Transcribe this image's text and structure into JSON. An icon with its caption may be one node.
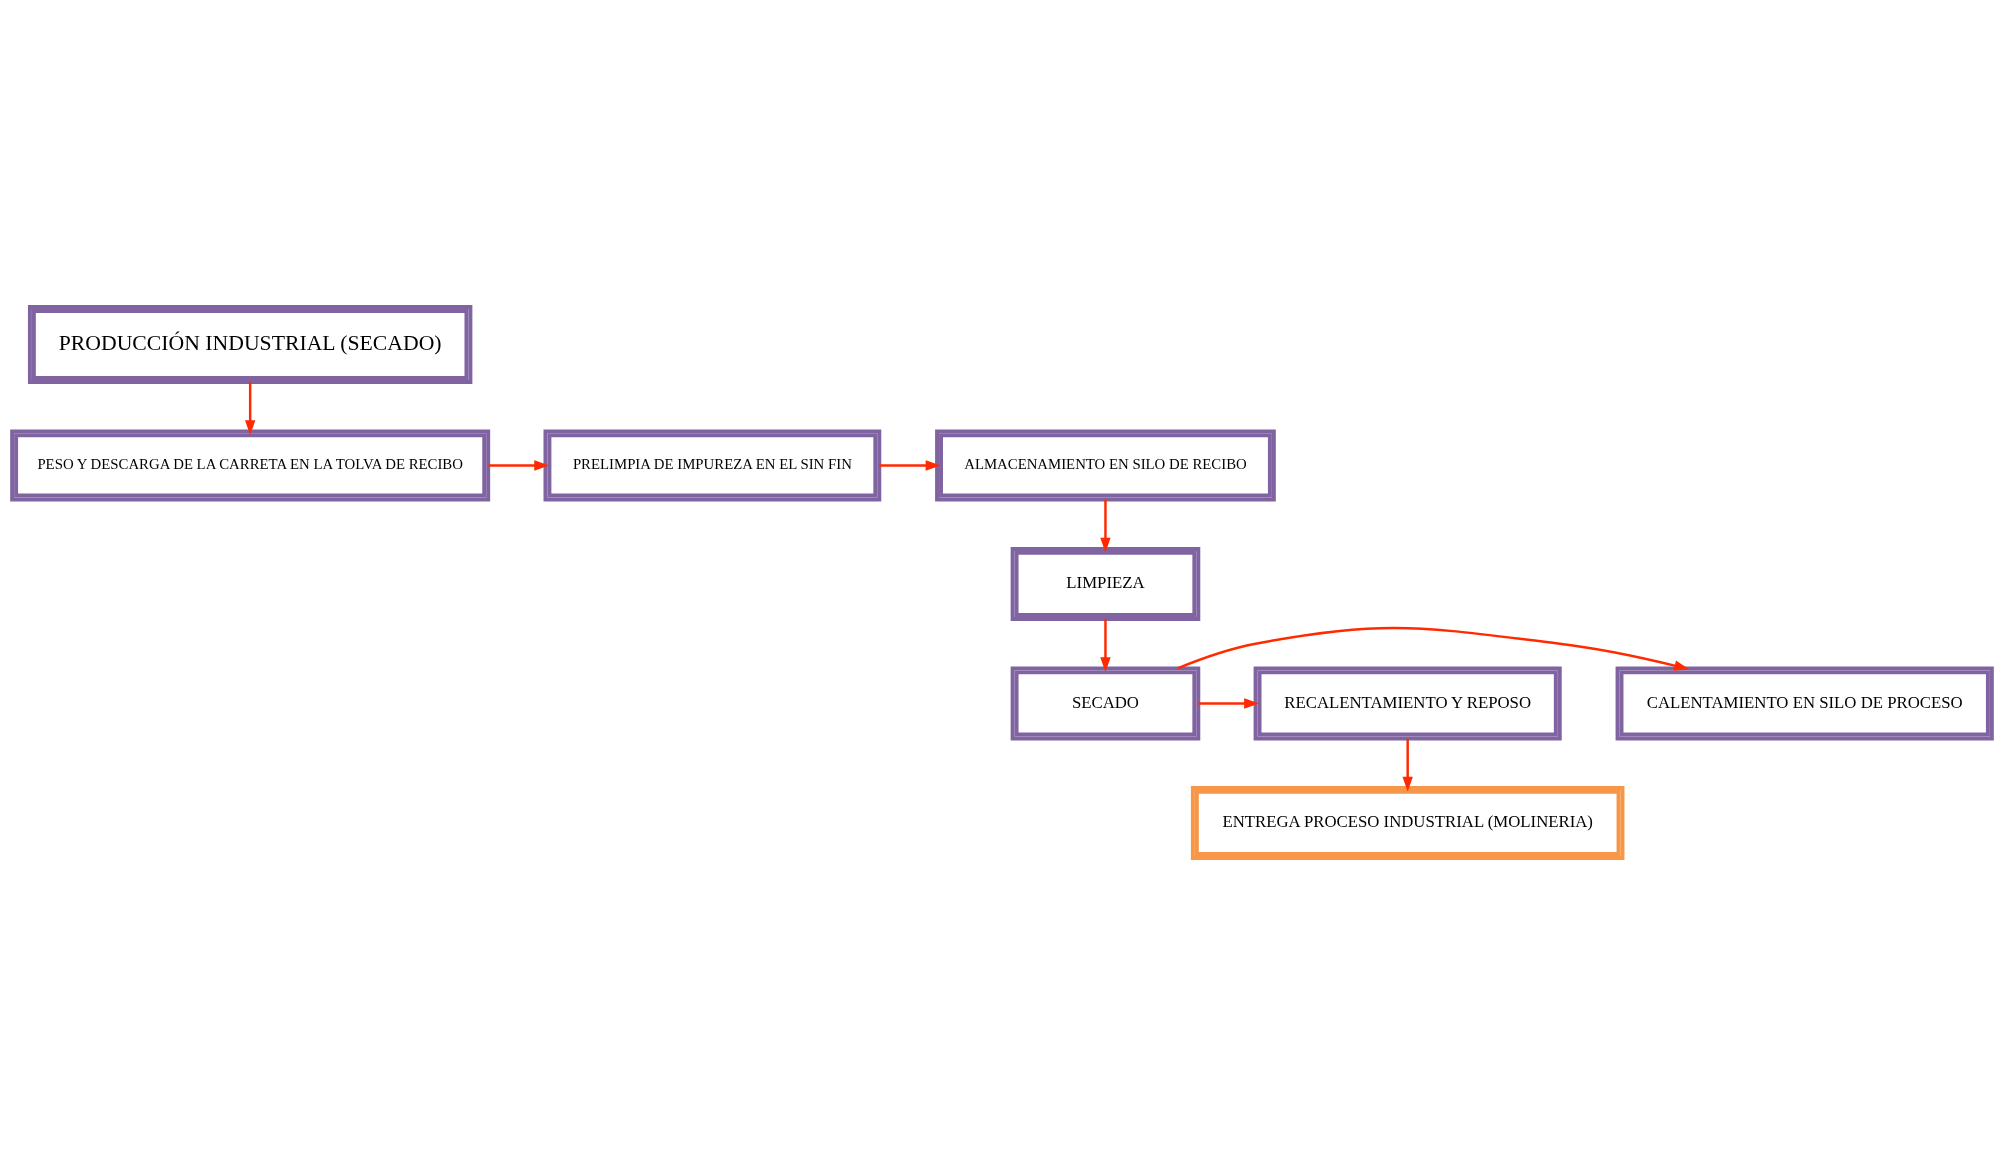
{
  "diagram": {
    "nodes": [
      {
        "text": [
          "PRODUCCIÓN INDUSTRIAL (SECADO)"
        ]
      },
      {
        "text": [
          "PESO Y DESCARGA DE LA CARRETA EN LA TOLVA DE RECIBO"
        ]
      },
      {
        "text": [
          "PRELIMPIA DE IMPUREZA EN EL SIN FIN"
        ]
      },
      {
        "text": [
          "ALMACENAMIENTO EN SILO DE RECIBO"
        ]
      },
      {
        "text": [
          "LIMPIEZA"
        ]
      },
      {
        "text": [
          "SECADO"
        ]
      },
      {
        "text": [
          "CALENTAMIENTO EN SILO DE PROCESO"
        ]
      },
      {
        "text": [
          "RECALENTAMIENTO Y REPOSO"
        ]
      },
      {
        "text": [
          "ENTREGA PROCESO INDUSTRIAL (MOLINERIA)"
        ]
      }
    ],
    "edges": [
      {
        "from": 0,
        "to": 1,
        "arrow": "to"
      },
      {
        "from": 1,
        "to": 2,
        "arrow": "to"
      },
      {
        "from": 2,
        "to": 3,
        "arrow": "to"
      },
      {
        "from": 3,
        "to": 4,
        "arrow": "to"
      },
      {
        "from": 4,
        "to": 5,
        "arrow": "to"
      },
      {
        "from": 5,
        "to": 6,
        "arrow": "to"
      },
      {
        "from": 5,
        "to": 7,
        "arrow": "to"
      },
      {
        "from": 7,
        "to": 8,
        "arrow": "to"
      }
    ]
  }
}
